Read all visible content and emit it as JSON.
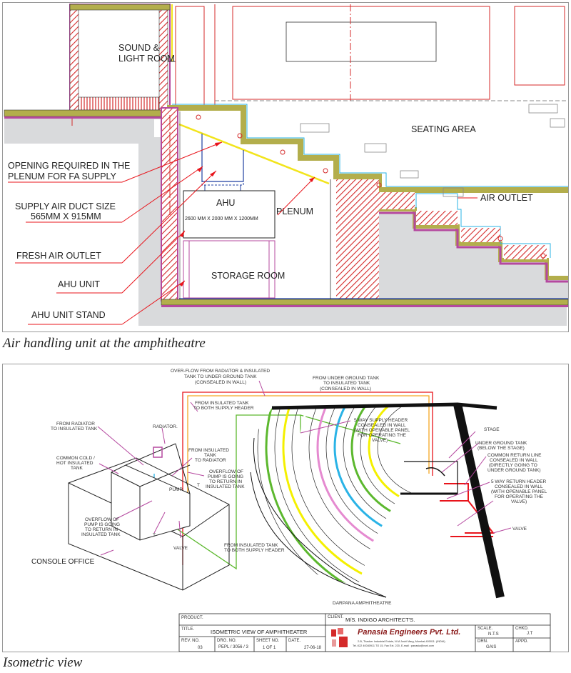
{
  "figure1": {
    "caption": "Air handling unit at the amphitheatre",
    "rooms": {
      "sound_light_1": "SOUND &",
      "sound_light_2": "LIGHT ROOM",
      "seating": "SEATING AREA",
      "air_outlet": "AIR OUTLET",
      "plenum": "PLENUM",
      "ahu": "AHU",
      "ahu_size": "2600 MM X 2000 MM X 1200MM",
      "storage": "STORAGE ROOM"
    },
    "labels": [
      {
        "line1": "OPENING REQUIRED IN THE",
        "line2": "PLENUM FOR FA SUPPLY"
      },
      {
        "line1": "SUPPLY AIR DUCT SIZE",
        "line2": "565MM X 915MM"
      },
      {
        "line1": "FRESH AIR OUTLET"
      },
      {
        "line1": "AHU UNIT"
      },
      {
        "line1": "AHU UNIT STAND"
      }
    ],
    "colors": {
      "wall_hatch": "#d42a2a",
      "slab": "#b3ae4c",
      "membrane": "#b5489f",
      "ground": "#d9dadc",
      "plenum": "#f2e41c",
      "duct": "#1f3fa0"
    }
  },
  "figure2": {
    "caption": "Isometric view",
    "notes": {
      "overflow_1": "OVER-FLOW FROM RADIATOR  & INSULATED",
      "overflow_2": "TANK TO UNDER GROUND TANK",
      "overflow_3": "(CONSEALED IN WALL)",
      "from_ug_1": "FROM UNDER GROUND TANK",
      "from_ug_2": "TO  INSULATED TANK",
      "from_ug_3": "(CONSEALED IN WALL)",
      "from_ins_1": "FROM  INSULATED TANK",
      "from_ins_2": "TO BOTH SUPPLY HEADER",
      "supply_hdr_1": "5 WAY SUPPLY HEADER",
      "supply_hdr_2": "CONSEALED IN WALL",
      "supply_hdr_3": "(WITH OPENABLE PANEL",
      "supply_hdr_4": "FOR OPERATING THE",
      "supply_hdr_5": "VALVE)",
      "radiator": "RADIATOR.",
      "from_rad_1": "FROM RADIATOR",
      "from_rad_2": "TO  INSULATED TANK",
      "common_tank_1": "COMMON COLD /",
      "common_tank_2": "HOT INSULATED",
      "common_tank_3": "TANK",
      "to_rad_1": "FROM  INSULATED",
      "to_rad_2": "TANK",
      "to_rad_3": "TO RADIATOR",
      "ovf_pump_a1": "OVERFLOW OF",
      "ovf_pump_a2": "PUMP IS GOING",
      "ovf_pump_a3": "TO RETURN IN",
      "ovf_pump_a4": "INSULATED TANK",
      "pump": "PUMP",
      "t1": "T",
      "t2": "T",
      "valve_left": "VALVE",
      "console": "CONSOLE  OFFICE",
      "from_ins_b1": "FROM  INSULATED TANK",
      "from_ins_b2": "TO BOTH SUPPLY HEADER",
      "stage": "STAGE",
      "ug_tank_1": "UNDER GROUND TANK",
      "ug_tank_2": "(BELOW THE STAGE)",
      "common_ret_1": "COMMON RETURN LINE",
      "common_ret_2": "CONSEALED IN WALL",
      "common_ret_3": "(DIRECTLY GOING TO",
      "common_ret_4": "UNDER GROUND TANK)",
      "ret_hdr_1": "5 WAY RETURN HEADER",
      "ret_hdr_2": "CONSEALED IN WALL",
      "ret_hdr_3": "(WITH OPENABLE PANEL",
      "ret_hdr_4": "FOR OPERATING THE",
      "ret_hdr_5": "VALVE)",
      "valve_right": "VALVE",
      "amphitheatre": "DARPANA AMPHITHEATRE"
    },
    "title_block": {
      "product_label": "PRODUCT.",
      "client_label": "CLIENT.",
      "client": "M/S. INDIGO ARCHITECT'S.",
      "title_label": "TITLE.",
      "title": "ISOMETRIC VIEW OF AMPHITHEATER",
      "company": "Panasia Engineers Pvt. Ltd.",
      "address_1": "2-B, Thacker Industrial Estate, N.M.Joshi Marg, Mumbai-400011. (INDIA)",
      "address_2": "Tel.:022 40040911 TO 15,  Fax Ext. 220,  E-mail : panasia@vsnl.com",
      "scale_label": "SCALE.",
      "scale": "N.T.S",
      "chkd_label": "CHKD.",
      "chkd": "J.T",
      "rev_label": "REV. NO.",
      "rev": "03",
      "drg_label": "DRG. NO.",
      "drg": "PEPL / 3056 / 3",
      "sheet_label": "SHEET NO.",
      "sheet": "1 OF 1",
      "date_label": "DATE.",
      "date": "27-06-18",
      "drn_label": "DRN.",
      "drn": "GAIS",
      "appd_label": "APPD."
    },
    "colors": {
      "supply": "#f5a623",
      "return": "#e8141b",
      "green": "#5cb82e",
      "cyan": "#2ab3e6",
      "yellow": "#f4f000",
      "leader": "#b5489f"
    }
  }
}
